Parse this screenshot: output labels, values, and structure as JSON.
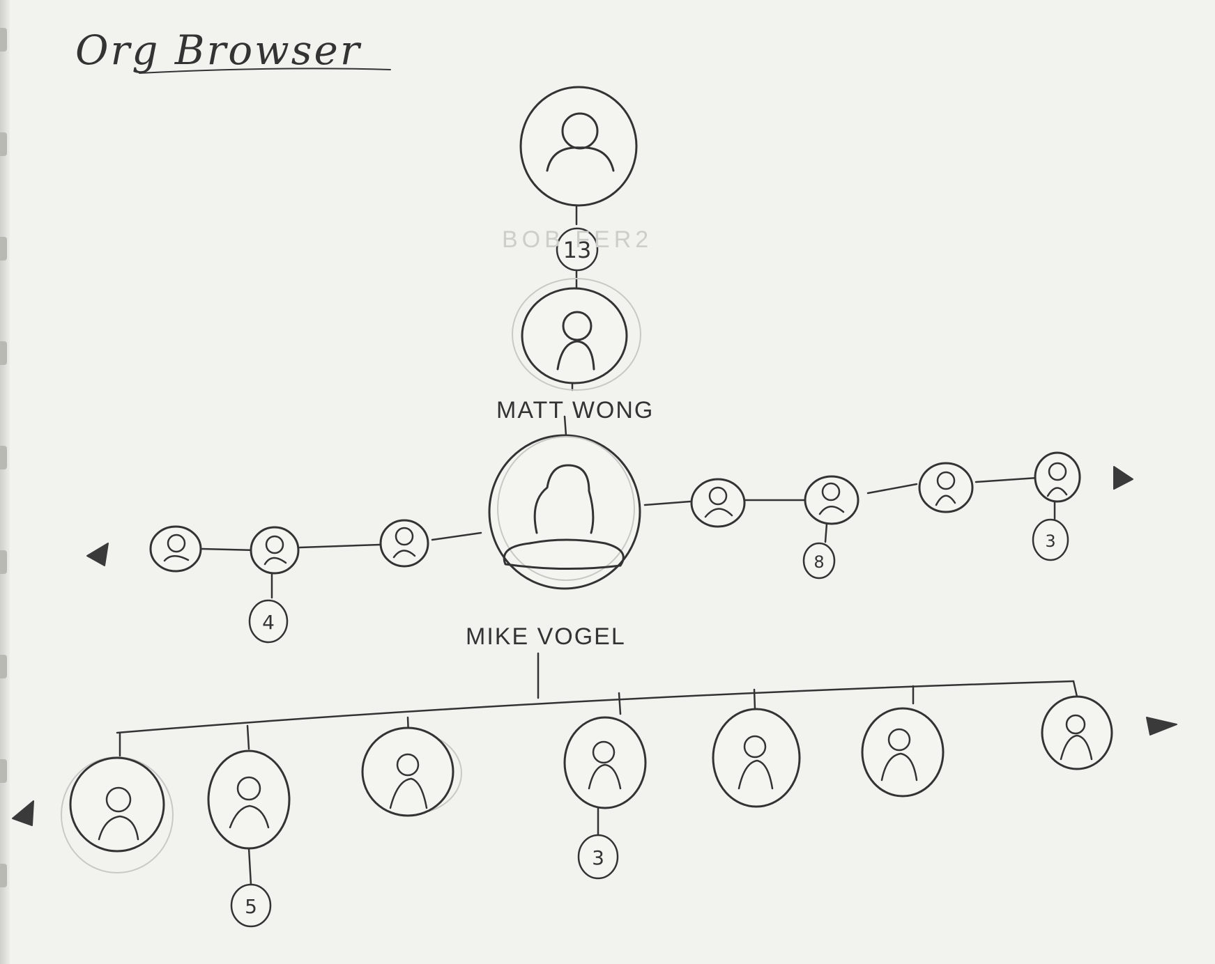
{
  "title": "Org Browser",
  "manager_chain": {
    "top_manager": {
      "icon": "person-icon"
    },
    "skip_level_badge": "13",
    "manager": {
      "name": "MATT WONG",
      "icon": "person-icon"
    },
    "faint_label": "BOB FER2"
  },
  "focus_person": {
    "name": "MIKE VOGEL",
    "icon": "person-icon"
  },
  "peers": [
    {
      "icon": "person-icon",
      "reports": ""
    },
    {
      "icon": "person-icon",
      "reports": "4"
    },
    {
      "icon": "person-icon",
      "reports": ""
    },
    {
      "icon": "person-icon",
      "reports": ""
    },
    {
      "icon": "person-icon",
      "reports": "8"
    },
    {
      "icon": "person-icon",
      "reports": ""
    },
    {
      "icon": "person-icon",
      "reports": "3"
    }
  ],
  "direct_reports": [
    {
      "icon": "person-icon",
      "reports": ""
    },
    {
      "icon": "person-icon",
      "reports": "5"
    },
    {
      "icon": "person-icon",
      "reports": ""
    },
    {
      "icon": "person-icon",
      "reports": "3"
    },
    {
      "icon": "person-icon",
      "reports": ""
    },
    {
      "icon": "person-icon",
      "reports": ""
    },
    {
      "icon": "person-icon",
      "reports": ""
    }
  ],
  "navigation": {
    "peers_prev": "arrow-left-icon",
    "peers_next": "arrow-right-icon",
    "reports_prev": "arrow-left-icon",
    "reports_next": "arrow-right-icon"
  }
}
